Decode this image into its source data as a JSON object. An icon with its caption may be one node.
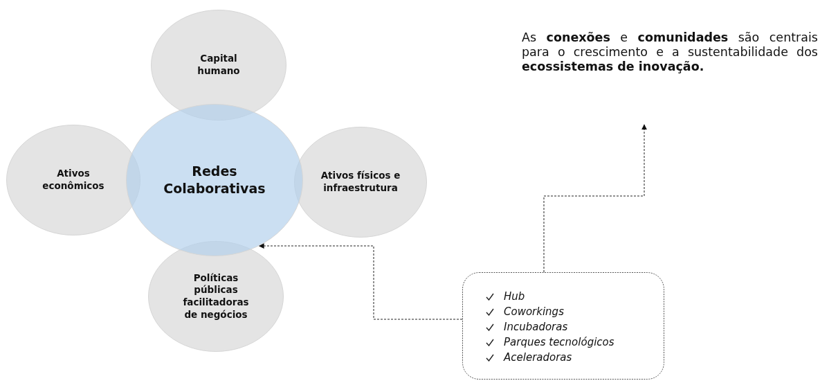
{
  "diagram": {
    "nodes": [
      {
        "text": [
          "Capital humano"
        ]
      },
      {
        "text": [
          "Ativos econômicos"
        ]
      },
      {
        "text": [
          "Redes Colaborativas"
        ]
      },
      {
        "text": [
          "Ativos físicos e infraestrutura"
        ]
      },
      {
        "text": [
          "Políticas públicas facilitadoras de negócios"
        ]
      },
      {
        "text": [
          "As **conexões** e **comunidades** são centrais para o crescimento e a sustentabilidade dos **ecossistemas de inovação.**"
        ]
      },
      {
        "text": [
          "Hub",
          "Coworkings",
          "Incubadoras",
          "Parques tecnológicos",
          "Aceleradoras"
        ]
      }
    ],
    "edges": [
      {
        "from": 6,
        "to": 2,
        "arrow": "to",
        "style": "dashed"
      },
      {
        "from": 6,
        "to": 5,
        "arrow": "to",
        "style": "dashed"
      }
    ]
  }
}
